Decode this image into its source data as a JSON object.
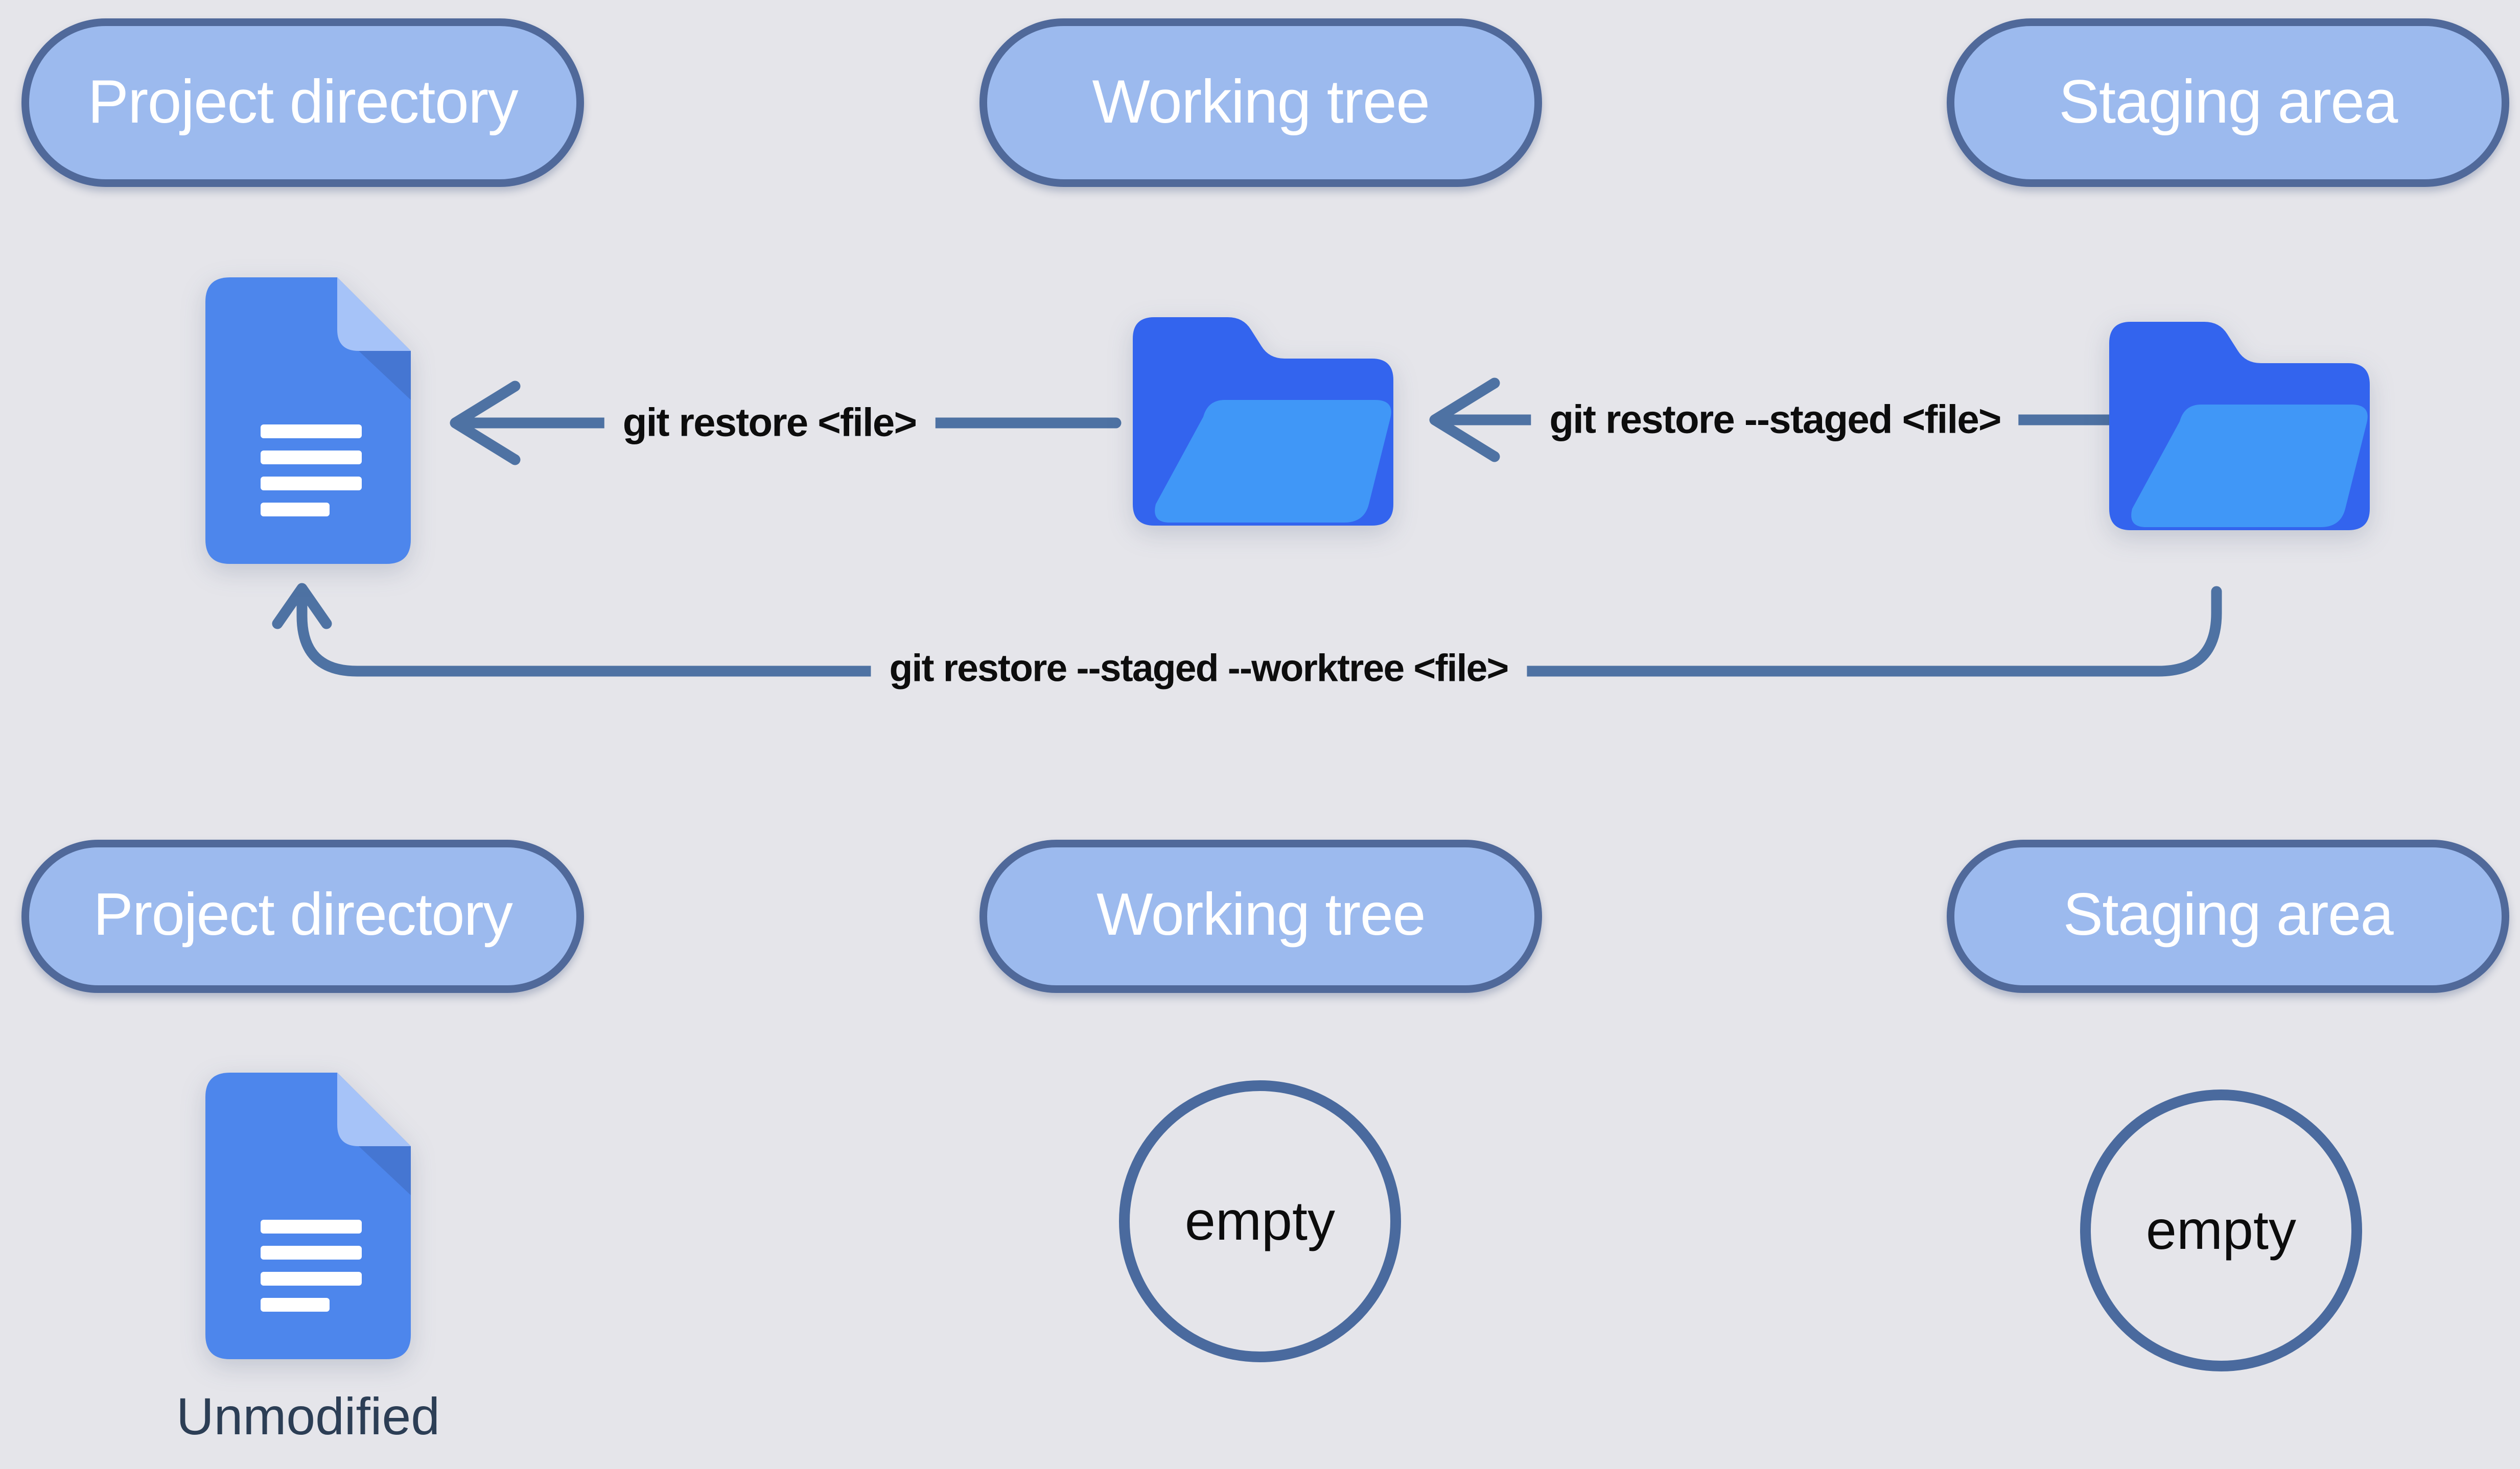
{
  "columns": [
    {
      "id": "project-directory",
      "label": "Project directory"
    },
    {
      "id": "working-tree",
      "label": "Working tree"
    },
    {
      "id": "staging-area",
      "label": "Staging area"
    }
  ],
  "commands": {
    "restore": "git restore <file>",
    "restore_staged": "git restore --staged <file>",
    "restore_staged_worktree": "git restore --staged --worktree <file>"
  },
  "states": {
    "project_directory": "Unmodified",
    "working_tree": "empty",
    "staging_area": "empty"
  },
  "icons": {
    "document": "document-icon",
    "folder": "folder-icon",
    "left_arrow": "arrow-left-icon",
    "curved_arrow": "curved-up-arrow-icon",
    "empty_circle": "empty-circle"
  },
  "colors": {
    "bg": "#e5e5ea",
    "pill_fill": "#9cbaee",
    "pill_border": "#50699a",
    "pill_text": "#ffffff",
    "arrow": "#4e72a3",
    "cmd_text": "#0d0d0d",
    "doc_body": "#4d86ec",
    "doc_fold": "#a6c3f8",
    "doc_shadow": "#4576d2",
    "folder_back": "#3364ee",
    "folder_front": "#4097f7",
    "circle_border": "#4a6a9e",
    "state_text": "#0c0c0c",
    "unmodified_text": "#2c3e55"
  }
}
